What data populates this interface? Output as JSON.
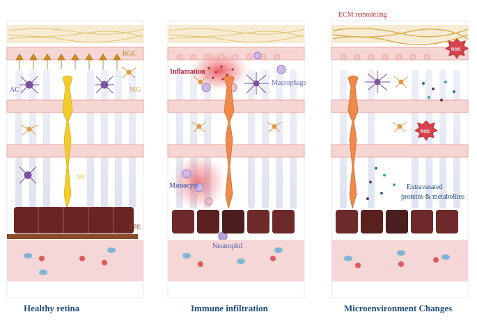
{
  "panels": [
    {
      "id": "healthy",
      "caption": "Healthy retina",
      "labels": {
        "rgc": "RGC",
        "ac": "AC",
        "mg": "MG",
        "mc": "MC",
        "rpe": "RPE"
      }
    },
    {
      "id": "immune",
      "caption": "Immune infiltration",
      "labels": {
        "inflammation": "Inflamation",
        "macrophage": "Macrophage",
        "monocyte": "Monocyte",
        "neutrophil": "Neutrophil"
      }
    },
    {
      "id": "micro",
      "caption": "Microenvironment Changes",
      "labels": {
        "ecm": "ECM remodeling",
        "ros1": "ROS",
        "ros2": "ROS",
        "extravasated_1": "Extravasated",
        "extravasated_2": "proteins & metabolites"
      }
    }
  ],
  "colors": {
    "nfl": "#f3e3c0",
    "fiber": "#e2c87a",
    "band": "#f6d6d2",
    "bandLine": "#e9a7a2",
    "vessel": "#fbe7e5",
    "rpe": "#7a2f2f",
    "choroid": "#f3d0d0",
    "rgc": "#d38c1d",
    "ac": "#7b52a1",
    "mg": "#e49a46",
    "muller_healthy": "#f2cc2c",
    "muller_stressed": "#ef8a4c",
    "inflammation": "#e8434a",
    "immune": "#a27cc4",
    "ros": "#d9434d",
    "caption": "#1f4e79",
    "macroLabel": "#5f6fb3",
    "extravasatedLabel": "#1f4e79"
  }
}
